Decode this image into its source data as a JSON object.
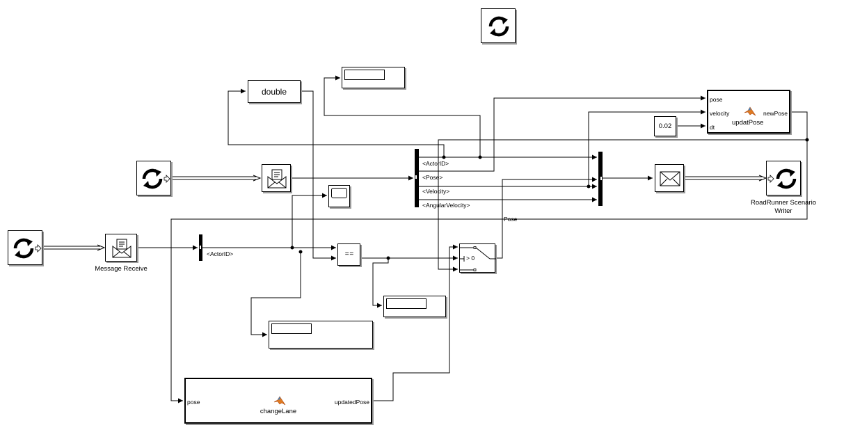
{
  "blocks": {
    "data_type_conversion": {
      "label": "double"
    },
    "relational_operator": {
      "label": "= ="
    },
    "switch": {
      "threshold": "> 0"
    },
    "constant": {
      "value": "0.02"
    },
    "message_receive": {
      "label": "Message Receive"
    },
    "writer": {
      "label_line1": "RoadRunner Scenario",
      "label_line2": "Writer"
    },
    "upd_pose": {
      "name": "updatPose",
      "in_pose": "pose",
      "in_velocity": "velocity",
      "in_dt": "dt",
      "out": "newPose"
    },
    "change_lane": {
      "name": "changeLane",
      "in": "pose",
      "out": "updatedPose"
    }
  },
  "signals": {
    "bus_sel_main": [
      "<ActorID>",
      "<Pose>",
      "<Velocity>",
      "<AngularVelocity>"
    ],
    "bus_sel_lower": "<ActorID>",
    "pose_line": "Pose"
  },
  "icons": {
    "roadrunner": "roadrunner-circular-arrow-icon",
    "message_envelope": "envelope-icon",
    "matlab_function": "matlab-logo-icon"
  },
  "colors": {
    "line": "#000000",
    "shadow": "#9a9a9a"
  }
}
